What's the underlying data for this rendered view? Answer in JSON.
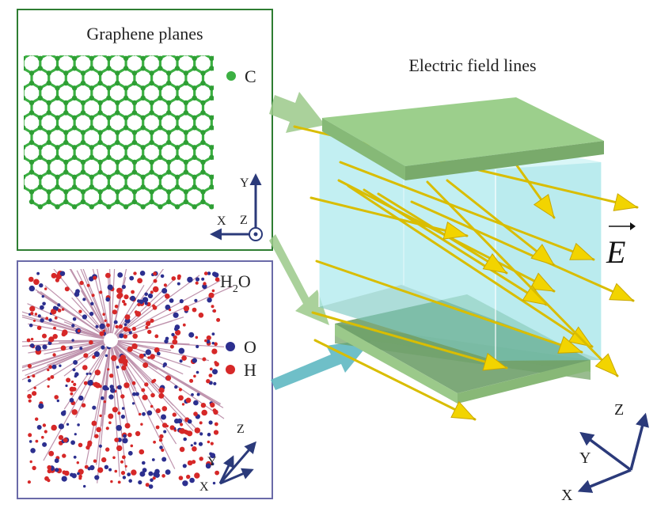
{
  "graphene_panel": {
    "title": "Graphene planes",
    "legend": [
      {
        "symbol": "C",
        "color": "#3cb043"
      }
    ]
  },
  "water_panel": {
    "title_main": "H",
    "title_sub": "2",
    "title_tail": "O",
    "legend": [
      {
        "symbol": "O",
        "color": "#2c2f8f"
      },
      {
        "symbol": "H",
        "color": "#d62828"
      }
    ]
  },
  "field": {
    "title": "Electric field lines",
    "vector_symbol": "E"
  },
  "axes": {
    "x": "X",
    "y": "Y",
    "z": "Z"
  },
  "colors": {
    "graphene_border": "#2e7d32",
    "water_border": "#6a6aa8",
    "plate": "#9bc98a",
    "water_box": "#b9eef0",
    "field_line": "#f2d400",
    "axis": "#2b3a7a"
  }
}
